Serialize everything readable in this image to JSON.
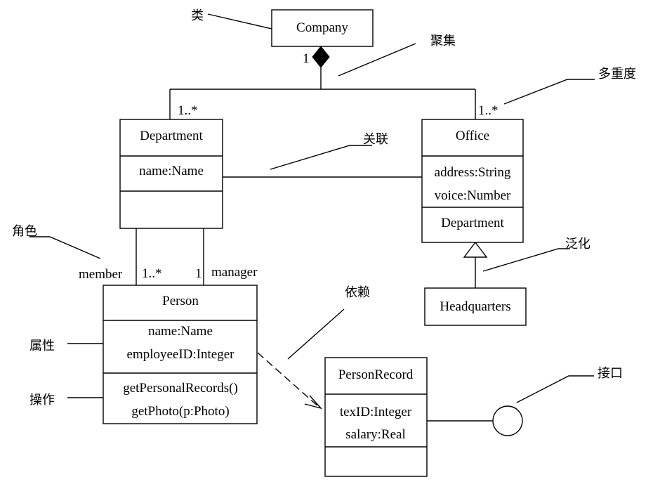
{
  "classes": {
    "company": {
      "name": "Company"
    },
    "department": {
      "name": "Department",
      "attributes": [
        "name:Name"
      ]
    },
    "office": {
      "name": "Office",
      "attributes": [
        "address:String",
        "voice:Number"
      ],
      "operations": [
        "Department"
      ]
    },
    "person": {
      "name": "Person",
      "attributes": [
        "name:Name",
        "employeeID:Integer"
      ],
      "operations": [
        "getPersonalRecords()",
        "getPhoto(p:Photo)"
      ]
    },
    "headquarters": {
      "name": "Headquarters"
    },
    "person_record": {
      "name": "PersonRecord",
      "attributes": [
        "texID:Integer",
        "salary:Real"
      ]
    }
  },
  "multiplicities": {
    "company_end": "1",
    "department_end": "1..*",
    "office_end": "1..*",
    "member_end": "1..*",
    "manager_end": "1"
  },
  "roles": {
    "member": "member",
    "manager": "manager"
  },
  "annotations": {
    "class": "类",
    "aggregation": "聚集",
    "multiplicity": "多重度",
    "association": "关联",
    "role": "角色",
    "generalization": "泛化",
    "dependency": "依赖",
    "attribute": "属性",
    "operation": "操作",
    "interface": "接口"
  }
}
